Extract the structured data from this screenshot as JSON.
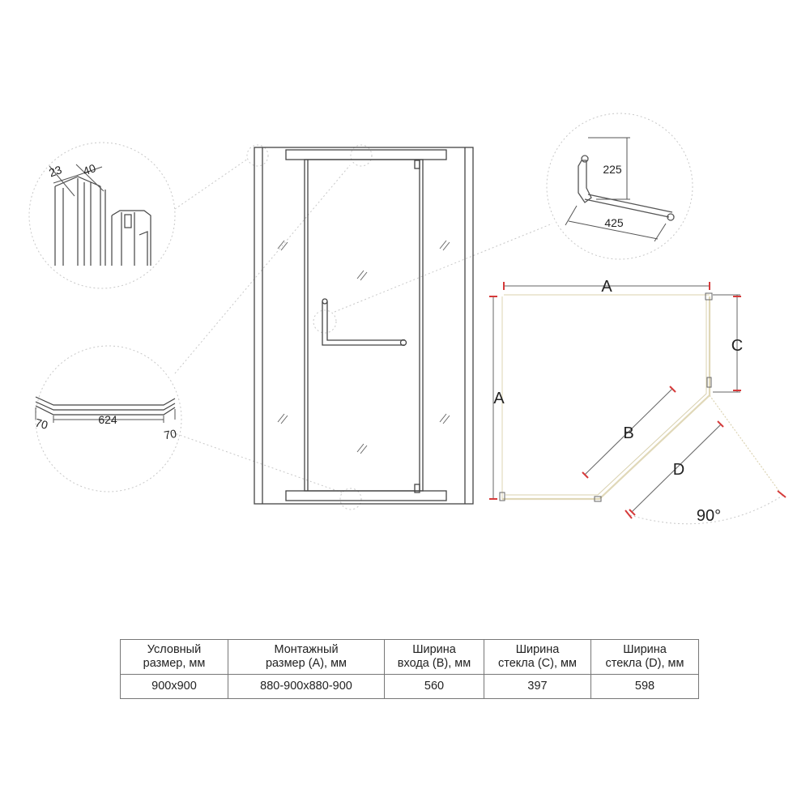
{
  "profile_detail": {
    "dim_left": "23",
    "dim_right": "40"
  },
  "sill_detail": {
    "dim_left": "70",
    "dim_middle": "624",
    "dim_right": "70"
  },
  "handle_detail": {
    "height": "225",
    "length": "425"
  },
  "plan": {
    "side_a_top": "A",
    "side_a_left": "A",
    "label_b": "B",
    "label_c": "C",
    "label_d": "D",
    "swing_angle": "90°"
  },
  "colors": {
    "dimension": "#d63a3a",
    "line": "#444444",
    "leader": "#bbbbbb",
    "glass": "#e6dfc3"
  },
  "table": {
    "headers": [
      [
        "Условный",
        "размер, мм"
      ],
      [
        "Монтажный",
        "размер (A), мм"
      ],
      [
        "Ширина",
        "входа (B), мм"
      ],
      [
        "Ширина",
        "стекла (C), мм"
      ],
      [
        "Ширина",
        "стекла (D), мм"
      ]
    ],
    "values": [
      "900x900",
      "880-900x880-900",
      "560",
      "397",
      "598"
    ]
  }
}
